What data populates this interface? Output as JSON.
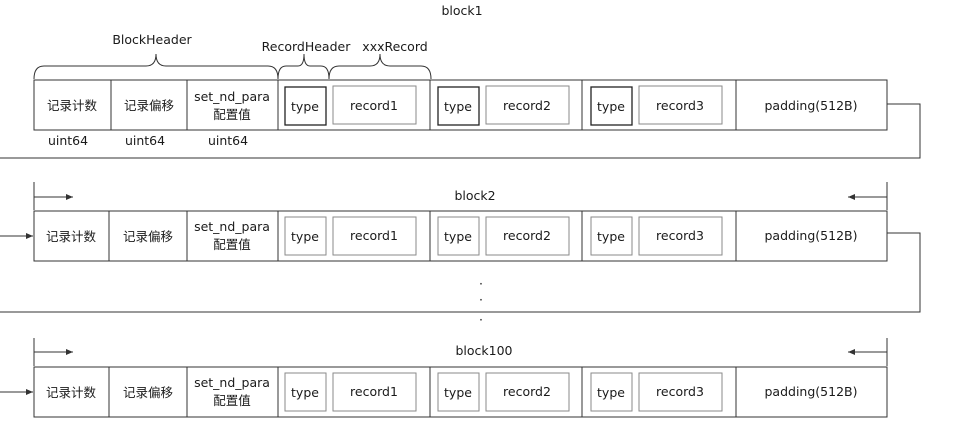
{
  "labels": {
    "block1": "block1",
    "block2": "block2",
    "block100": "block100",
    "block_header": "BlockHeader",
    "record_header": "RecordHeader",
    "xxx_record": "xxxRecord"
  },
  "fields": {
    "record_count": "记录计数",
    "record_offset": "记录偏移",
    "config_line1": "set_nd_para",
    "config_line2": "配置值",
    "type": "type",
    "record1": "record1",
    "record2": "record2",
    "record3": "record3",
    "padding": "padding(512B)"
  },
  "types": {
    "uint64_a": "uint64",
    "uint64_b": "uint64",
    "uint64_c": "uint64"
  },
  "ellipsis": [
    "·",
    "·",
    "·"
  ]
}
